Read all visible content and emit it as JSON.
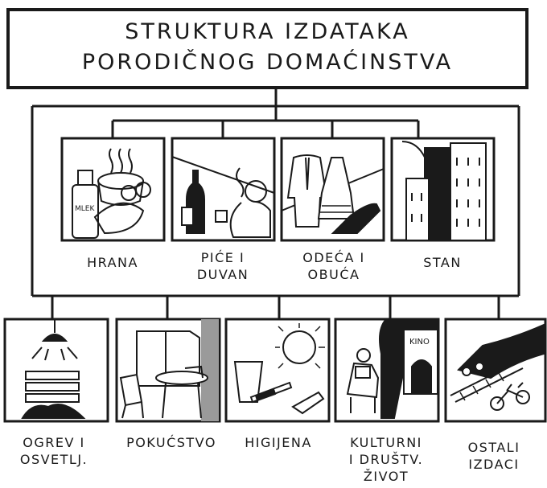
{
  "title": {
    "line1": "STRUKTURA  IZDATAKA",
    "line2": "PORODIČNOG  DOMAĆINSTVA"
  },
  "categories_row1": [
    {
      "label": "HRANA",
      "icon": "food-icon",
      "picture_text": "MLEK"
    },
    {
      "label": "PIĆE I\nDUVAN",
      "icon": "drinks-tobacco-icon"
    },
    {
      "label": "ODEĆA I\nOBUĆA",
      "icon": "clothing-footwear-icon"
    },
    {
      "label": "STAN",
      "icon": "housing-icon"
    }
  ],
  "categories_row2": [
    {
      "label": "OGREV I\nOSVETLJ.",
      "icon": "heating-lighting-icon"
    },
    {
      "label": "POKUĆSTVO",
      "icon": "furniture-icon"
    },
    {
      "label": "HIGIJENA",
      "icon": "hygiene-icon"
    },
    {
      "label": "KULTURNI\nI DRUŠTV.\nŽIVOT",
      "icon": "culture-social-icon",
      "picture_text": "KINO"
    },
    {
      "label": "OSTALI\nIZDACI",
      "icon": "other-expenses-icon"
    }
  ]
}
